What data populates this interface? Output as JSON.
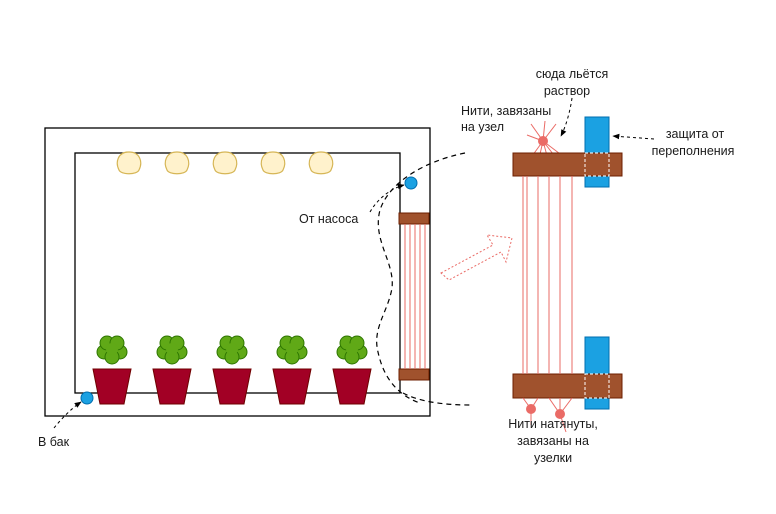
{
  "labels": {
    "from_pump": "От насоса",
    "to_tank": "В бак",
    "solution_line1": "сюда льётся",
    "solution_line2": "раствор",
    "threads_top_line1": "Нити, завязаны",
    "threads_top_line2": "на узел",
    "overflow_line1": "защита от",
    "overflow_line2": "переполнения",
    "threads_bottom_line1": "Нити натянуты,",
    "threads_bottom_line2": "завязаны на",
    "threads_bottom_line3": "узелки"
  },
  "counts": {
    "lamps": 5,
    "pots": 5
  },
  "colors": {
    "outline": "#000000",
    "lamp_fill": "#fff2cc",
    "lamp_stroke": "#d6b656",
    "plant_leaf": "#60a917",
    "plant_leaf_stroke": "#2d7600",
    "pot": "#a20025",
    "pot_stroke": "#6f0000",
    "wood": "#a0522d",
    "wood_stroke": "#6d1f00",
    "thread": "#ea6b66",
    "knot": "#ea6b66",
    "overflow_guard": "#1ba1e2",
    "overflow_guard_stroke": "#006eaf",
    "port": "#1ba1e2"
  },
  "icons": [
    "lamp-icon",
    "plant-icon",
    "pot-icon",
    "port-icon",
    "arrow-icon"
  ]
}
